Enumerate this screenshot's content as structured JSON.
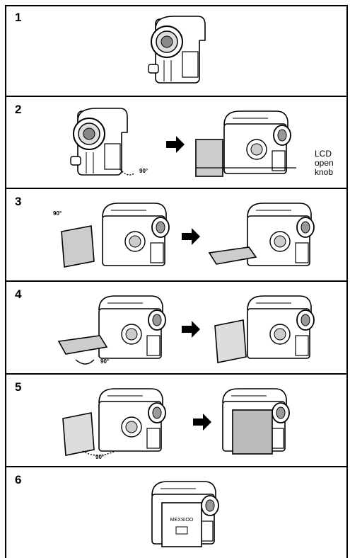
{
  "steps": [
    {
      "number": "1"
    },
    {
      "number": "2"
    },
    {
      "number": "3"
    },
    {
      "number": "4"
    },
    {
      "number": "5"
    },
    {
      "number": "6"
    }
  ],
  "callout": {
    "line1": "LCD",
    "line2": "open",
    "line3": "knob"
  },
  "angle_label": "90°",
  "screen_brand": "MEXSIOO",
  "colors": {
    "ink": "#000000",
    "screen": "#c8c8c8",
    "body": "#ffffff"
  },
  "icons": [
    "camcorder-icon",
    "right-arrow-icon",
    "rotation-arrow-icon"
  ]
}
